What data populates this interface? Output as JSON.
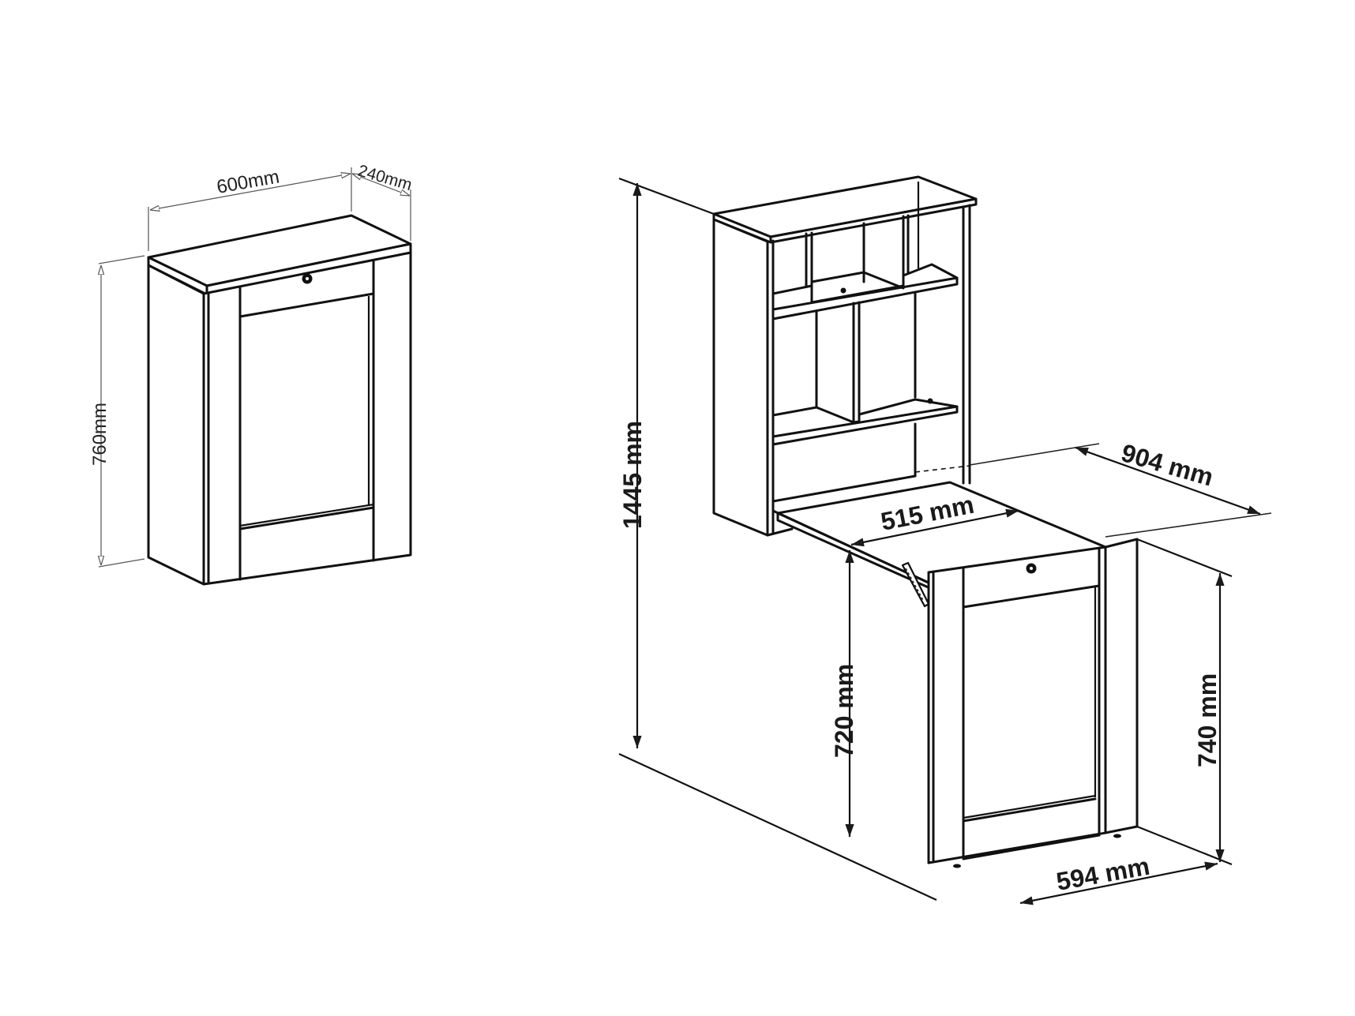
{
  "diagram": {
    "type": "dimensioned-furniture-drawing",
    "colors": {
      "background": "#ffffff",
      "line": "#111111",
      "dimension_line_light": "#555555"
    },
    "closed_view": {
      "label": "wall-cabinet-closed",
      "dimensions": {
        "width": "600mm",
        "depth": "240mm",
        "height": "760mm"
      }
    },
    "open_view": {
      "label": "wall-desk-open",
      "dimensions": {
        "total_height": "1445 mm",
        "desk_depth": "904 mm",
        "desk_width": "515 mm",
        "desk_height": "720 mm",
        "base_width": "594 mm",
        "base_height": "740 mm"
      }
    }
  }
}
